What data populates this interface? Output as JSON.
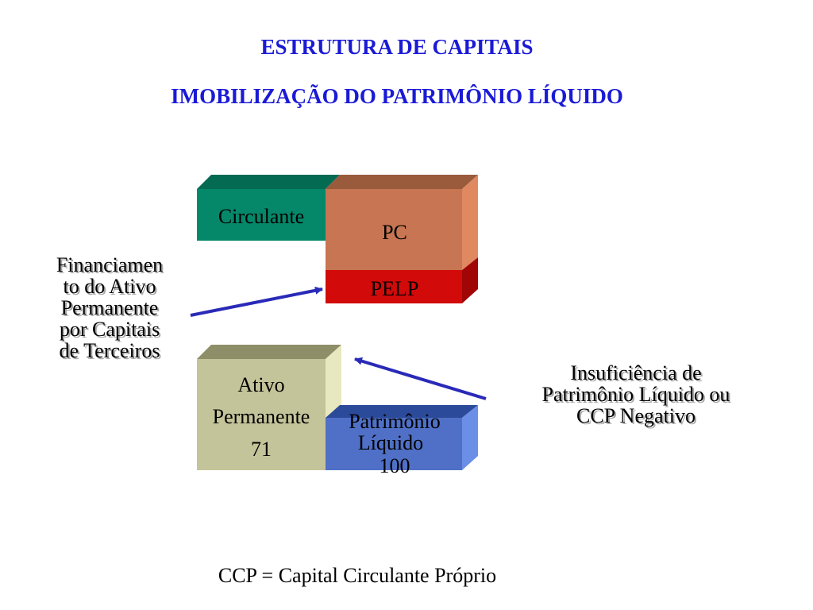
{
  "title": {
    "line1": "ESTRUTURA DE CAPITAIS",
    "line2": "IMOBILIZAÇÃO DO PATRIMÔNIO LÍQUIDO"
  },
  "blocks": {
    "circulante": "Circulante",
    "pc": "PC",
    "pelp": "PELP",
    "ativo_permanente": [
      "Ativo",
      "Permanente",
      "71"
    ],
    "patrimonio_liquido": [
      "Patrimônio",
      "Líquido",
      "100"
    ]
  },
  "notes": {
    "left": [
      "Financiamen",
      "to do Ativo",
      "Permanente",
      "por Capitais",
      "de Terceiros"
    ],
    "right": [
      "Insuficiência de",
      "Patrimônio Líquido ou",
      "CCP Negativo"
    ]
  },
  "footer": "CCP = Capital Circulante Próprio",
  "colors": {
    "title": "#1a1ad6",
    "circulante": "#05886a",
    "pc": "#c77552",
    "pelp": "#d20a0a",
    "ativo_permanente": "#c4c49a",
    "patrimonio_liquido": "#4f70c6",
    "arrow": "#2a2ab8"
  }
}
